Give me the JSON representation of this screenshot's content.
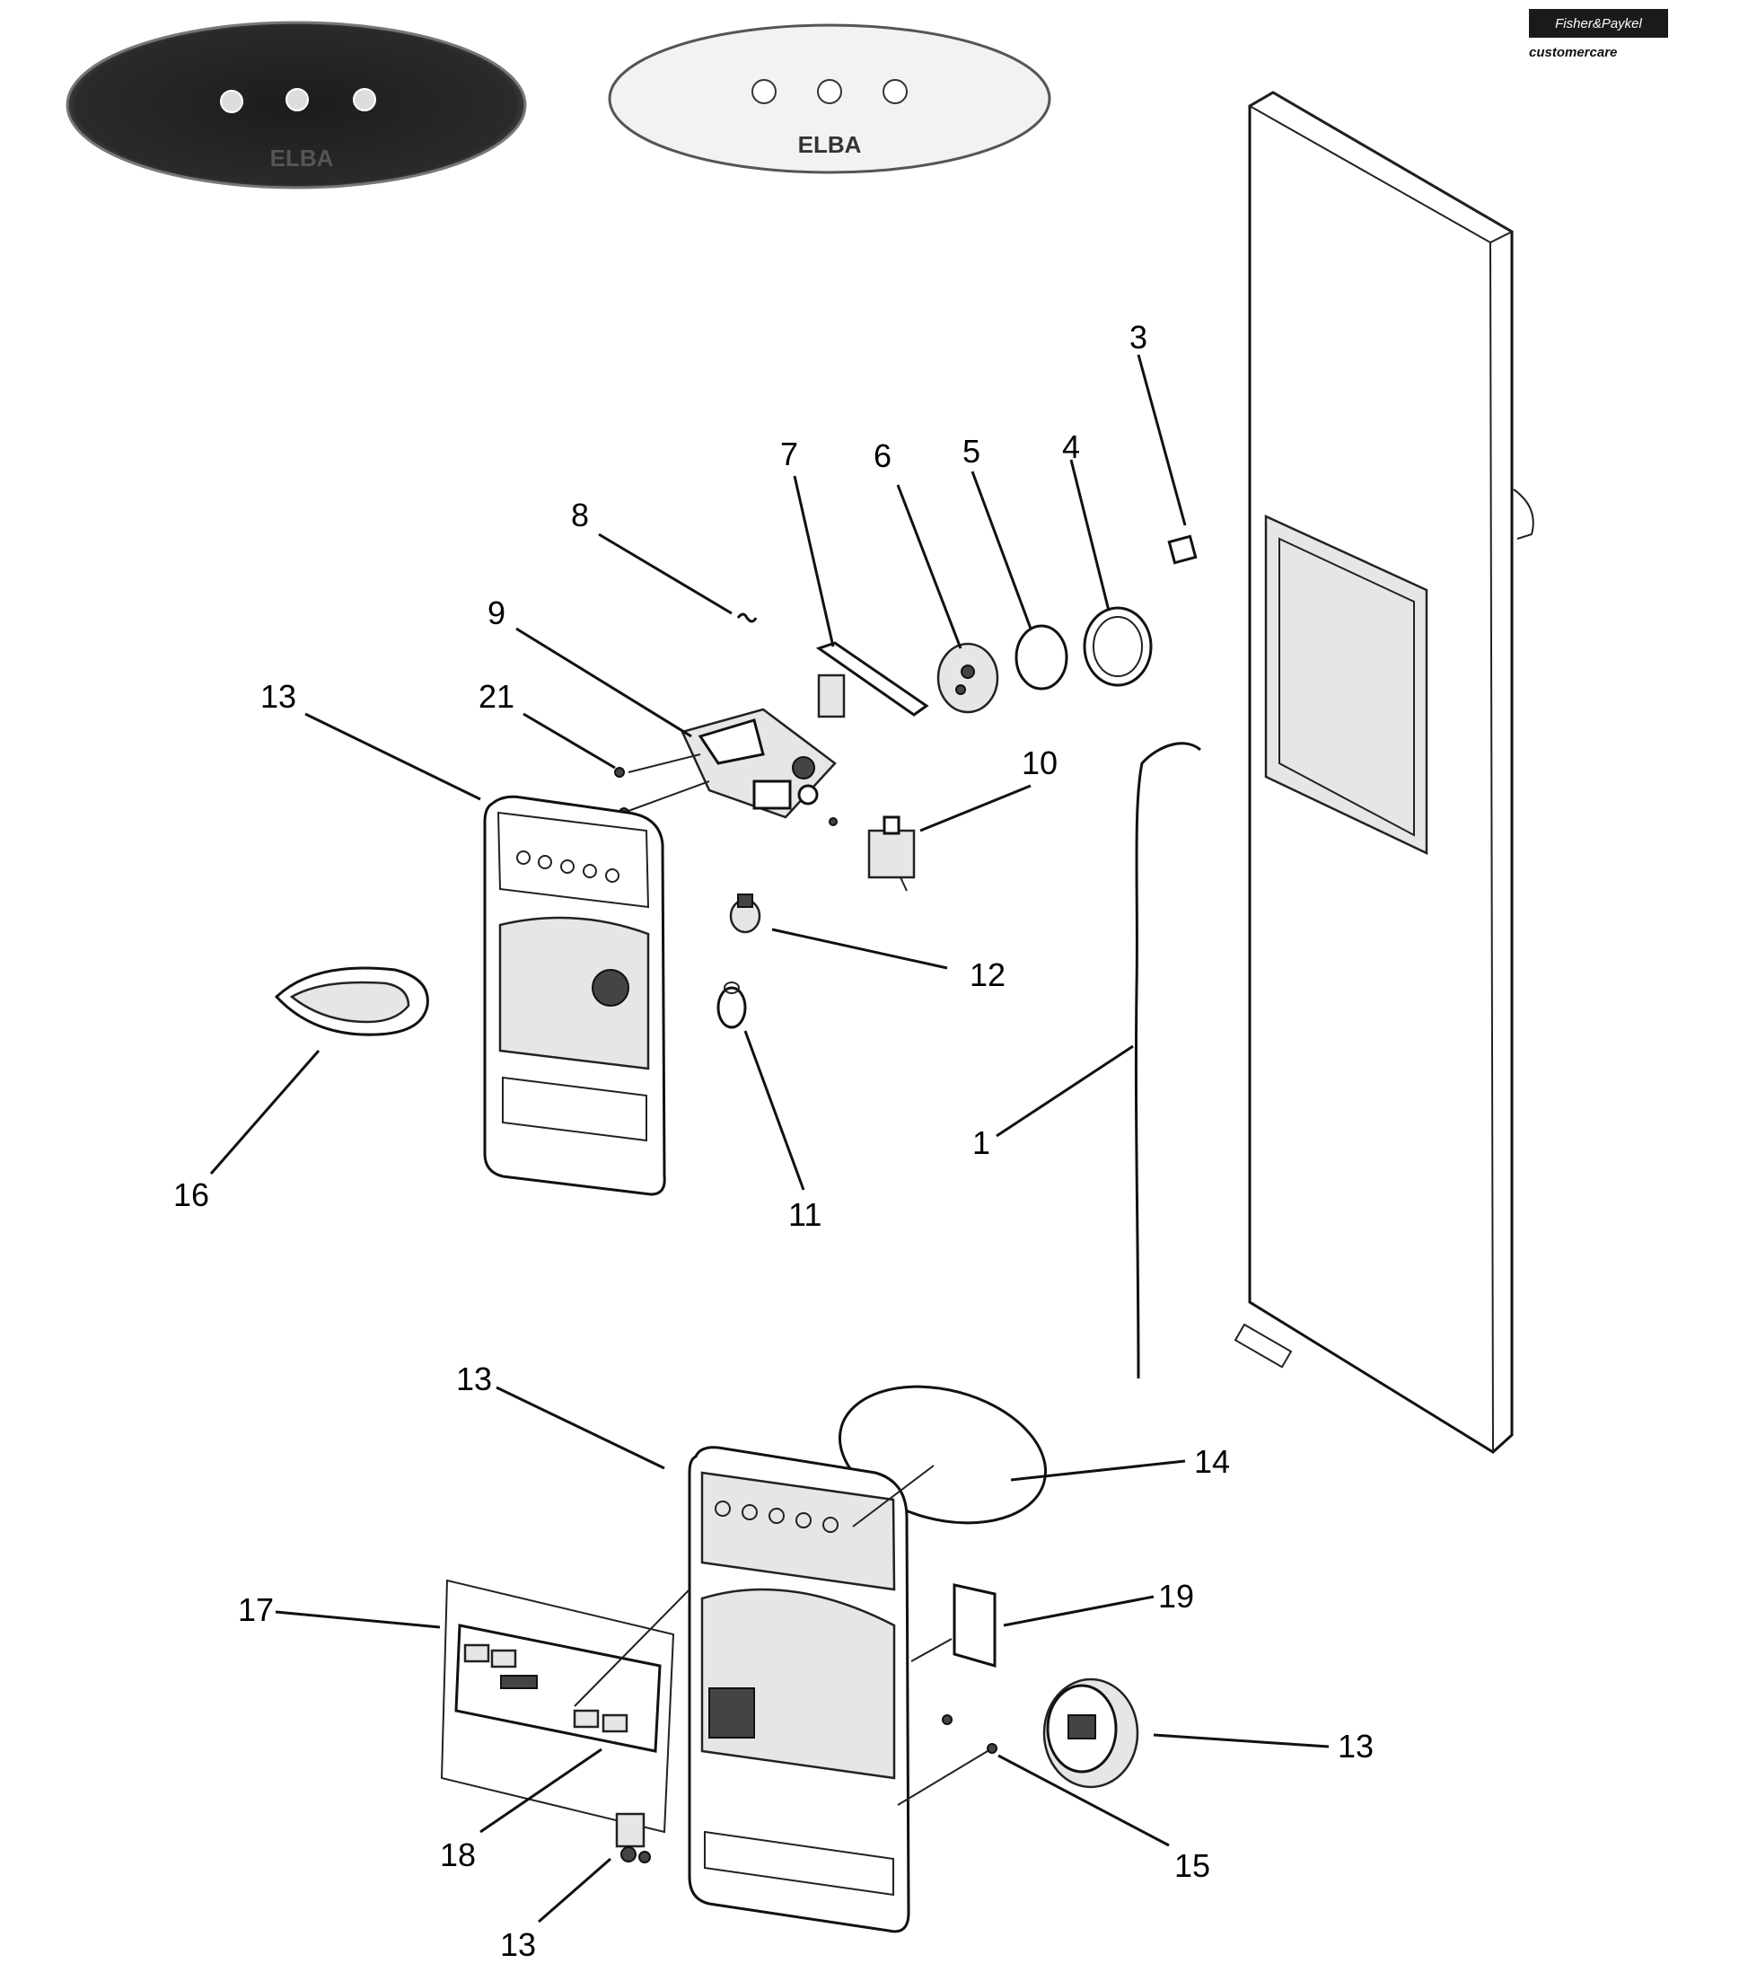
{
  "brand": {
    "logo_text": "Fisher&Paykel",
    "care_text": "customercare"
  },
  "panels": {
    "dark_panel_logo": "ELBA",
    "light_panel_logo": "ELBA"
  },
  "callouts": {
    "c1": "1",
    "c3": "3",
    "c4": "4",
    "c5": "5",
    "c6": "6",
    "c7": "7",
    "c8": "8",
    "c9": "9",
    "c10": "10",
    "c11": "11",
    "c12": "12",
    "c13a": "13",
    "c13b": "13",
    "c13c": "13",
    "c13d": "13",
    "c14": "14",
    "c15": "15",
    "c16": "16",
    "c17": "17",
    "c18": "18",
    "c19": "19",
    "c21": "21"
  }
}
